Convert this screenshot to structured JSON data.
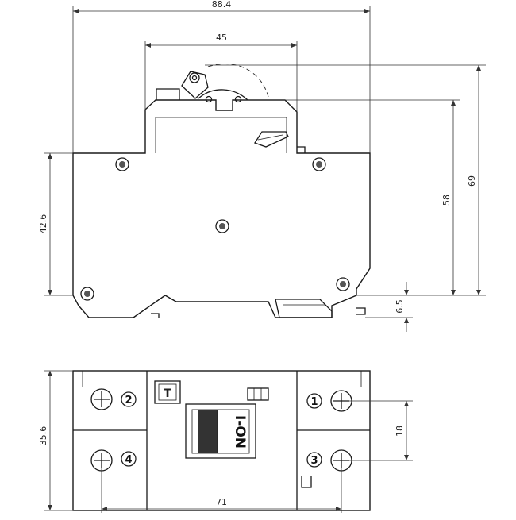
{
  "dimensions": {
    "top_width": "88.4",
    "handle_width": "45",
    "height_overall": "69",
    "height_body": "58",
    "height_left": "42.6",
    "foot_height": "6.5",
    "bottom_height": "35.6",
    "terminal_pitch_v": "18",
    "terminal_pitch_h": "71"
  },
  "front_view": {
    "test_button_label": "T",
    "toggle_label": "I-ON"
  },
  "terminals": {
    "t1": "1",
    "t2": "2",
    "t3": "3",
    "t4": "4"
  }
}
